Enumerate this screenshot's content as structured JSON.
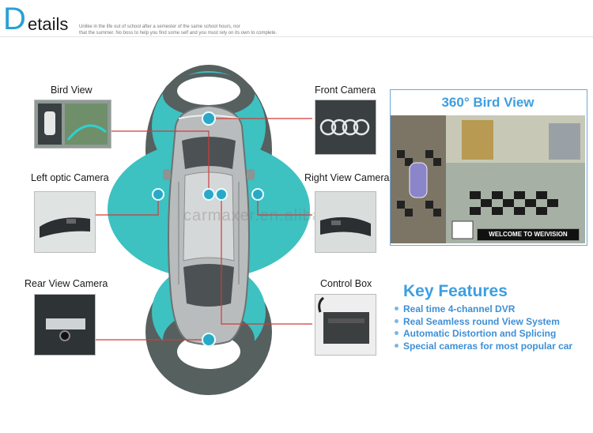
{
  "header": {
    "title_first_letter": "D",
    "title_rest": "etails",
    "subtitle_line1": "Unlike in the life out of school after a semester of the same school hours, nor",
    "subtitle_line2": "that the summer. No boss to help you find some self and you must rely on its own to complete."
  },
  "left_cameras": [
    {
      "label": "Bird View"
    },
    {
      "label": "Left optic Camera"
    },
    {
      "label": "Rear View Camera"
    }
  ],
  "right_cameras": [
    {
      "label": "Front Camera"
    },
    {
      "label": "Right View Camera"
    },
    {
      "label": "Control Box"
    }
  ],
  "bird_view_panel": {
    "title": "360° Bird View",
    "welcome": "WELCOME TO WEIVISION"
  },
  "watermark": "carmaxer.en.alibaba.com",
  "key_features": {
    "title": "Key Features",
    "items": [
      "Real time 4-channel DVR",
      "Real Seamless round View System",
      "Automatic Distortion and Splicing",
      "Special cameras for most popular car"
    ]
  },
  "colors": {
    "accent_blue": "#3d9fe0",
    "teal": "#3ec1c1",
    "dark_ring": "#555d5e",
    "line_red": "#d23a3a"
  }
}
